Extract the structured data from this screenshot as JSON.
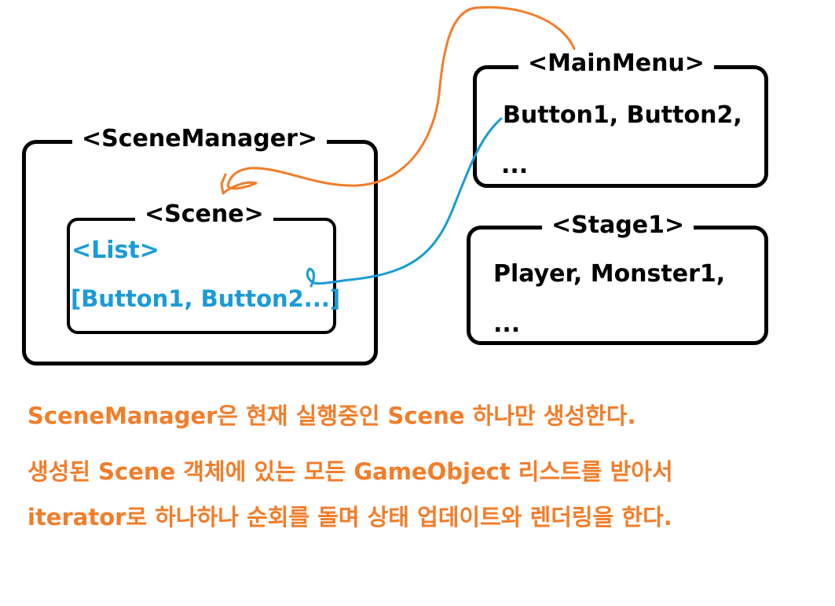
{
  "scene_manager": {
    "title": "<SceneManager>"
  },
  "scene": {
    "title": "<Scene>",
    "list_label": "<List",
    "list_label_end": ">",
    "list_items": "[Button1, Button2...]"
  },
  "main_menu": {
    "title": "<MainMenu>",
    "line1": "Button1, Button2,",
    "line2": "..."
  },
  "stage1": {
    "title": "<Stage1>",
    "line1": "Player, Monster1,",
    "line2": "..."
  },
  "notes": [
    "SceneManager은 현재 실행중인 Scene 하나만 생성한다.",
    "생성된 Scene 객체에 있는 모든 GameObject 리스트를 받아서",
    "iterator로 하나하나 순회를 돌며 상태 업데이트와 렌더링을 한다."
  ],
  "colors": {
    "orange": "#f27d2a",
    "blue": "#1a9bd7",
    "box": "#000000"
  }
}
